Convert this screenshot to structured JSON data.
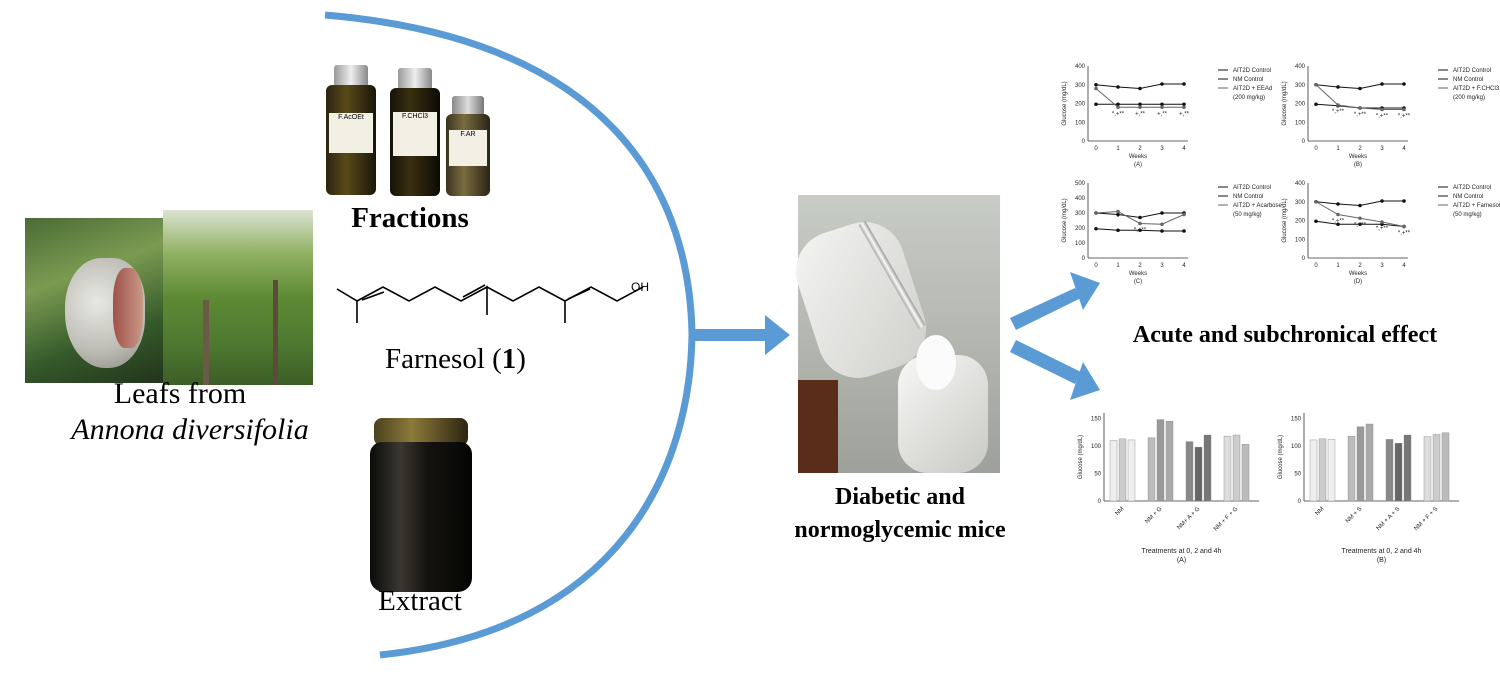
{
  "left": {
    "caption_line1": "Leafs from",
    "caption_line2": "Annona diversifolia"
  },
  "center": {
    "fractions_label": "Fractions",
    "farnesol_label": "Farnesol (",
    "farnesol_number": "1",
    "farnesol_close": ")",
    "farnesol_oh": "OH",
    "extract_label": "Extract",
    "vial_labels": [
      "F.AcOEt",
      "F.CHCl3",
      "F.AR"
    ]
  },
  "mice": {
    "line1": "Diabetic and",
    "line2": "normoglycemic mice"
  },
  "results": {
    "acute_label": "Acute and subchronical effect"
  },
  "colors": {
    "arrow": "#5b9bd5",
    "arc": "#5b9bd5"
  },
  "line_charts": [
    {
      "panel": "(A)",
      "xlabel": "Weeks",
      "ylabel": "Glucose (mg/dL)",
      "legend": [
        "AIT2D Control",
        "NM Control",
        "AIT2D + EEAd",
        "(200 mg/kg)"
      ],
      "yticks": [
        "0",
        "100",
        "200",
        "300",
        "400"
      ],
      "xticks": [
        "0",
        "1",
        "2",
        "3",
        "4"
      ],
      "annotations": [
        "*,+**",
        "+,**",
        "+,**",
        "+,**"
      ]
    },
    {
      "panel": "(B)",
      "xlabel": "Weeks",
      "ylabel": "Glucose (mg/dL)",
      "legend": [
        "AIT2D Control",
        "NM Control",
        "AIT2D + F.CHCl3",
        "(200 mg/kg)"
      ],
      "yticks": [
        "0",
        "100",
        "200",
        "300",
        "400"
      ],
      "xticks": [
        "0",
        "1",
        "2",
        "3",
        "4"
      ],
      "annotations": [
        "*,+**",
        "*,+**",
        "*,+**",
        "*,+**"
      ]
    },
    {
      "panel": "(C)",
      "xlabel": "Weeks",
      "ylabel": "Glucose (mg/dL)",
      "legend": [
        "AIT2D Control",
        "NM Control",
        "AIT2D + Acarbose",
        "(50 mg/kg)"
      ],
      "yticks": [
        "0",
        "100",
        "200",
        "300",
        "400",
        "500"
      ],
      "xticks": [
        "0",
        "1",
        "2",
        "3",
        "4"
      ],
      "annotations": [
        "*",
        "*,+**"
      ]
    },
    {
      "panel": "(D)",
      "xlabel": "Weeks",
      "ylabel": "Glucose (mg/dL)",
      "legend": [
        "AIT2D Control",
        "NM Control",
        "AIT2D + Farnesol",
        "(50 mg/kg)"
      ],
      "yticks": [
        "0",
        "100",
        "200",
        "300",
        "400"
      ],
      "xticks": [
        "0",
        "1",
        "2",
        "3",
        "4"
      ],
      "annotations": [
        "*,+**",
        "*,+**",
        "*,+**",
        "*,+**"
      ]
    }
  ],
  "bar_charts": [
    {
      "panel": "(A)",
      "xlabel": "Treatments at 0, 2 and 4h",
      "ylabel": "Glucose (mg/dL)",
      "yticks": [
        "0",
        "50",
        "100",
        "150"
      ],
      "groups": [
        "NM",
        "NM + G",
        "NM+ A + G",
        "NM + F + G"
      ]
    },
    {
      "panel": "(B)",
      "xlabel": "Treatments at 0, 2 and 4h",
      "ylabel": "Glucose (mg/dL)",
      "yticks": [
        "0",
        "50",
        "100",
        "150"
      ],
      "groups": [
        "NM",
        "NM + S",
        "NM + A + S",
        "NM + F + S"
      ]
    }
  ]
}
